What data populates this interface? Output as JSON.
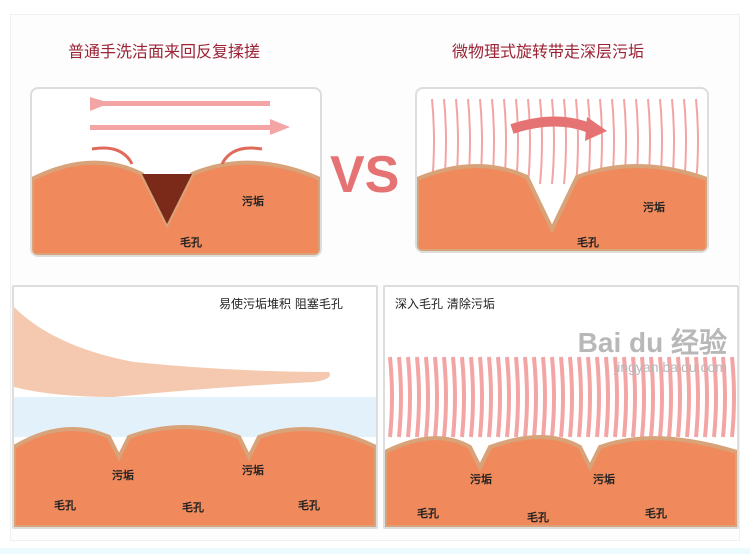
{
  "left_title": "普通手洗洁面来回反复揉搓",
  "right_title": "微物理式旋转带走深层污垢",
  "vs": "VS",
  "top_left": {
    "dirt": "污垢",
    "pore": "毛孔"
  },
  "top_right": {
    "dirt": "污垢",
    "pore": "毛孔"
  },
  "bottom_left": {
    "caption": "易使污垢堆积 阻塞毛孔",
    "dirt": "污垢",
    "pore": "毛孔"
  },
  "bottom_right": {
    "caption": "深入毛孔 清除污垢",
    "dirt": "污垢",
    "pore": "毛孔"
  },
  "watermark": {
    "brand": "Bai du 经验",
    "url": "jingyan.baidu.com"
  },
  "colors": {
    "title": "#9b2335",
    "skin": "#f08a5d",
    "vs": "#e57373",
    "dirt": "#7b2a1a",
    "stripe": "#f3a5a5"
  }
}
